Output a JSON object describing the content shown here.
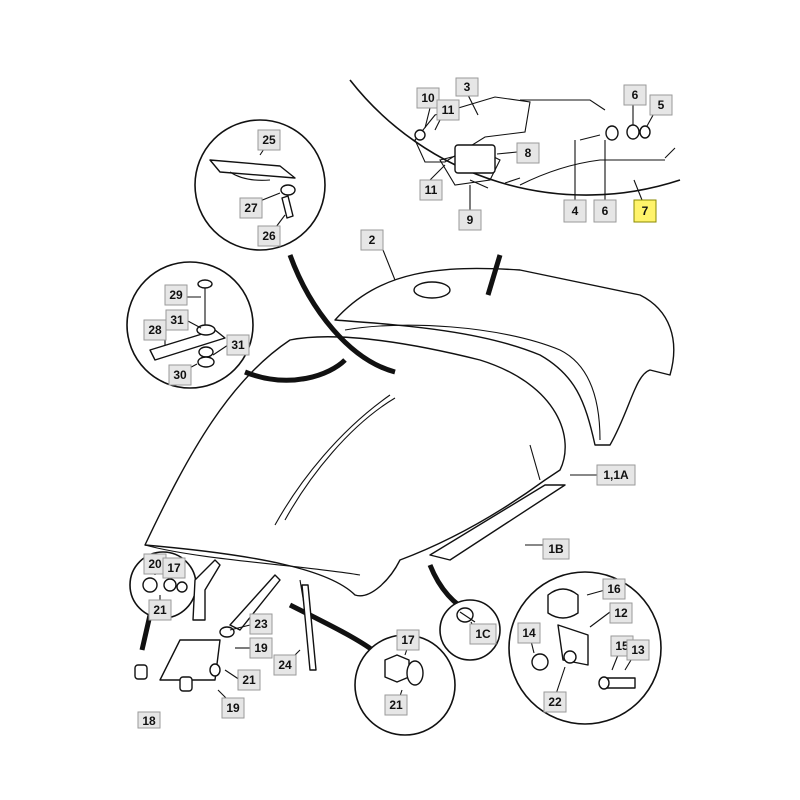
{
  "diagram": {
    "highlight_color": "#fff36a",
    "callouts": {
      "c2": "2",
      "c3": "3",
      "c4": "4",
      "c5": "5",
      "c6a": "6",
      "c6b": "6",
      "c7": "7",
      "c8": "8",
      "c9": "9",
      "c10": "10",
      "c11a": "11",
      "c11b": "11",
      "c1_1a": "1,1A",
      "c1b": "1B",
      "c1c": "1C",
      "c12": "12",
      "c13": "13",
      "c14": "14",
      "c15": "15",
      "c16": "16",
      "c17a": "17",
      "c17b": "17",
      "c18": "18",
      "c19a": "19",
      "c19b": "19",
      "c20": "20",
      "c21a": "21",
      "c21b": "21",
      "c21c": "21",
      "c22": "22",
      "c23": "23",
      "c24": "24",
      "c25": "25",
      "c26": "26",
      "c27": "27",
      "c28": "28",
      "c29": "29",
      "c30": "30",
      "c31a": "31",
      "c31b": "31"
    },
    "highlighted": [
      "c7"
    ]
  }
}
